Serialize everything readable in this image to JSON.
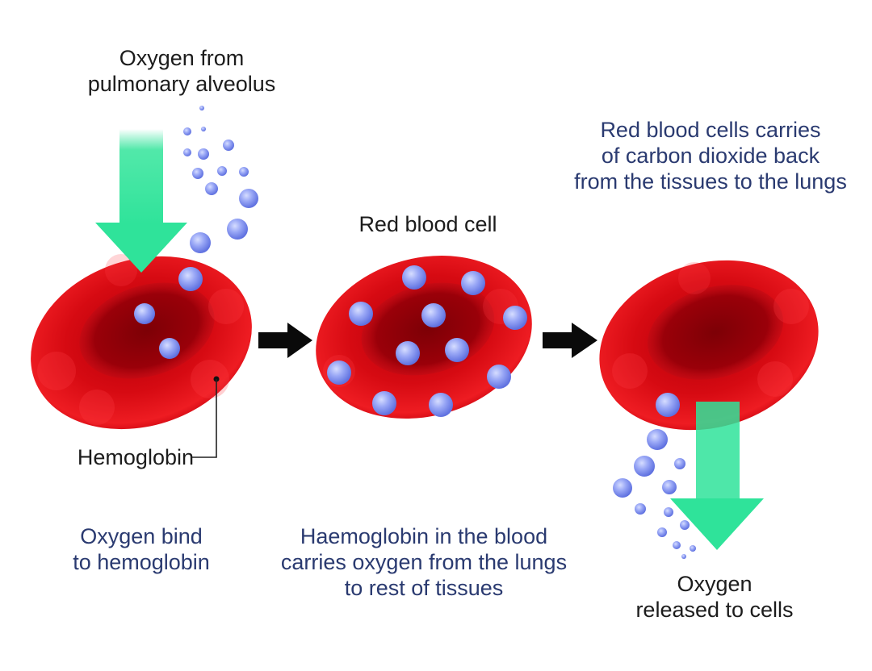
{
  "diagram": {
    "title_oxygen_source": [
      "Oxygen from",
      "pulmonary alveolus"
    ],
    "label_red_blood_cell": "Red blood cell",
    "label_carbon_dioxide": [
      "Red blood cells carries",
      "of carbon dioxide back",
      "from the tissues to the lungs"
    ],
    "label_hemoglobin": "Hemoglobin",
    "caption_bind": [
      "Oxygen bind",
      "to hemoglobin"
    ],
    "caption_carry": [
      "Haemoglobin in the blood",
      "carries oxygen from the lungs",
      "to rest of tissues"
    ],
    "caption_release": [
      "Oxygen",
      "released to cells"
    ]
  },
  "colors": {
    "cell_red": "#e0141a",
    "cell_dark": "#8a0007",
    "oxygen_blue": "#8f9ef5",
    "arrow_green": "#2fe39a",
    "arrow_black": "#0a0a0a",
    "text_navy": "#2a3a70",
    "text_black": "#1c1c1c"
  }
}
